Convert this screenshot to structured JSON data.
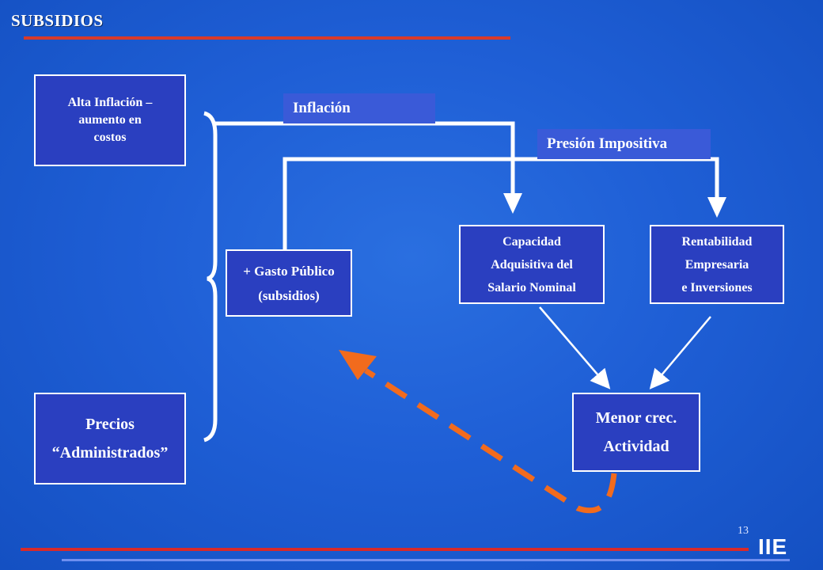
{
  "title": "SUBSIDIOS",
  "boxes": {
    "alta_inflacion": [
      "Alta Inflación –",
      "aumento en",
      "costos"
    ],
    "precios": [
      "Precios",
      "“Administrados”"
    ],
    "gasto_publico": [
      "+ Gasto Público",
      "(subsidios)"
    ],
    "capacidad": [
      "Capacidad",
      "Adquisitiva del",
      "Salario Nominal"
    ],
    "rentabilidad": [
      "Rentabilidad",
      "Empresaria",
      "e Inversiones"
    ],
    "menor_crec": [
      "Menor crec.",
      "Actividad"
    ]
  },
  "labels": {
    "inflacion": "Inflación",
    "presion": "Presión Impositiva"
  },
  "footer": {
    "page_number": "13",
    "logo": "IIE"
  },
  "colors": {
    "background": "#1f5fd6",
    "box_fill": "#2a3fc0",
    "dashed_arrow": "#f26b1d",
    "rule_red": "#d82a2a"
  }
}
